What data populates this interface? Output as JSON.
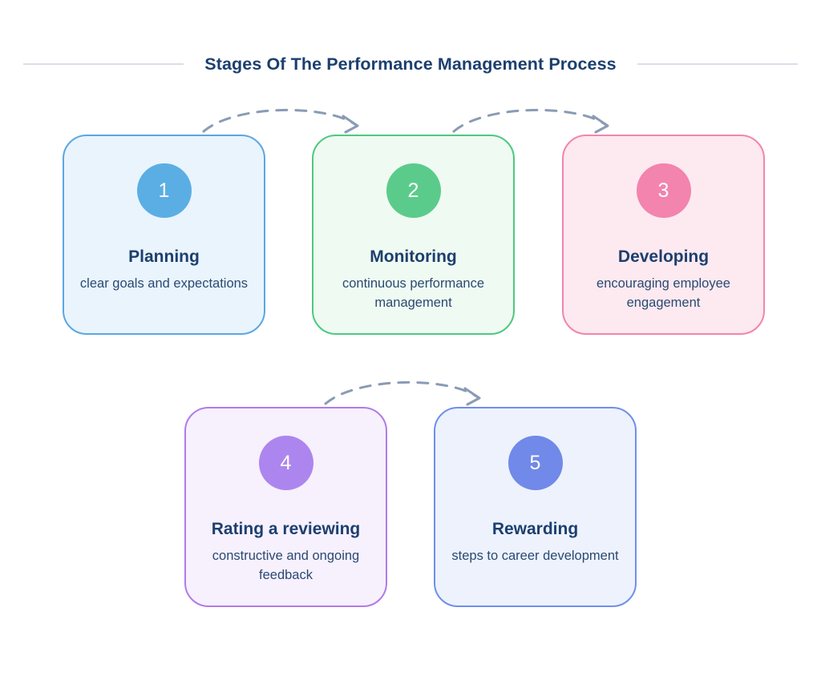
{
  "header": {
    "title": "Stages Of The Performance Management Process"
  },
  "colors": {
    "title_text": "#1c3f6e",
    "rule": "#d9dfe9",
    "arrow": "#8a9bb5",
    "page_background": "#ffffff"
  },
  "stages": [
    {
      "number": "1",
      "title": "Planning",
      "description": "clear goals and expectations",
      "badge_color": "#5BAEE3",
      "border_color": "#5BA7E0",
      "background_color": "#E9F4FD"
    },
    {
      "number": "2",
      "title": "Monitoring",
      "description": "continuous performance management",
      "badge_color": "#5BCB8B",
      "border_color": "#4DC97F",
      "background_color": "#EFFAF2"
    },
    {
      "number": "3",
      "title": "Developing",
      "description": "encouraging employee engagement",
      "badge_color": "#F284AE",
      "border_color": "#F284AE",
      "background_color": "#FDE9F0"
    },
    {
      "number": "4",
      "title": "Rating a reviewing",
      "description": "constructive and ongoing feedback",
      "badge_color": "#AC86EE",
      "border_color": "#B07BE8",
      "background_color": "#F7F0FD"
    },
    {
      "number": "5",
      "title": "Rewarding",
      "description": "steps to career development",
      "badge_color": "#7189E8",
      "border_color": "#6F8FEA",
      "background_color": "#EDF2FD"
    }
  ],
  "connectors": [
    {
      "name": "arrow-stage1-to-stage2"
    },
    {
      "name": "arrow-stage2-to-stage3"
    },
    {
      "name": "arrow-stage4-to-stage5"
    }
  ]
}
